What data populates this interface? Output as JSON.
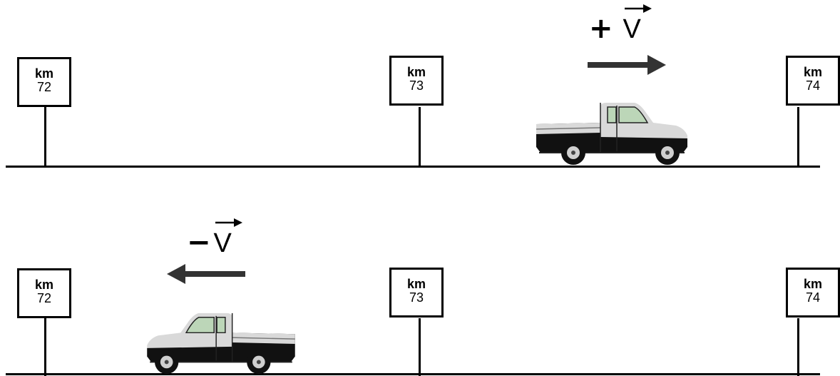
{
  "scenes": [
    {
      "markers": [
        {
          "unit": "km",
          "value": "72"
        },
        {
          "unit": "km",
          "value": "73"
        },
        {
          "unit": "km",
          "value": "74"
        }
      ],
      "velocity": {
        "sign": "+",
        "symbol": "V"
      }
    },
    {
      "markers": [
        {
          "unit": "km",
          "value": "72"
        },
        {
          "unit": "km",
          "value": "73"
        },
        {
          "unit": "km",
          "value": "74"
        }
      ],
      "velocity": {
        "sign": "−",
        "symbol": "V"
      }
    }
  ]
}
